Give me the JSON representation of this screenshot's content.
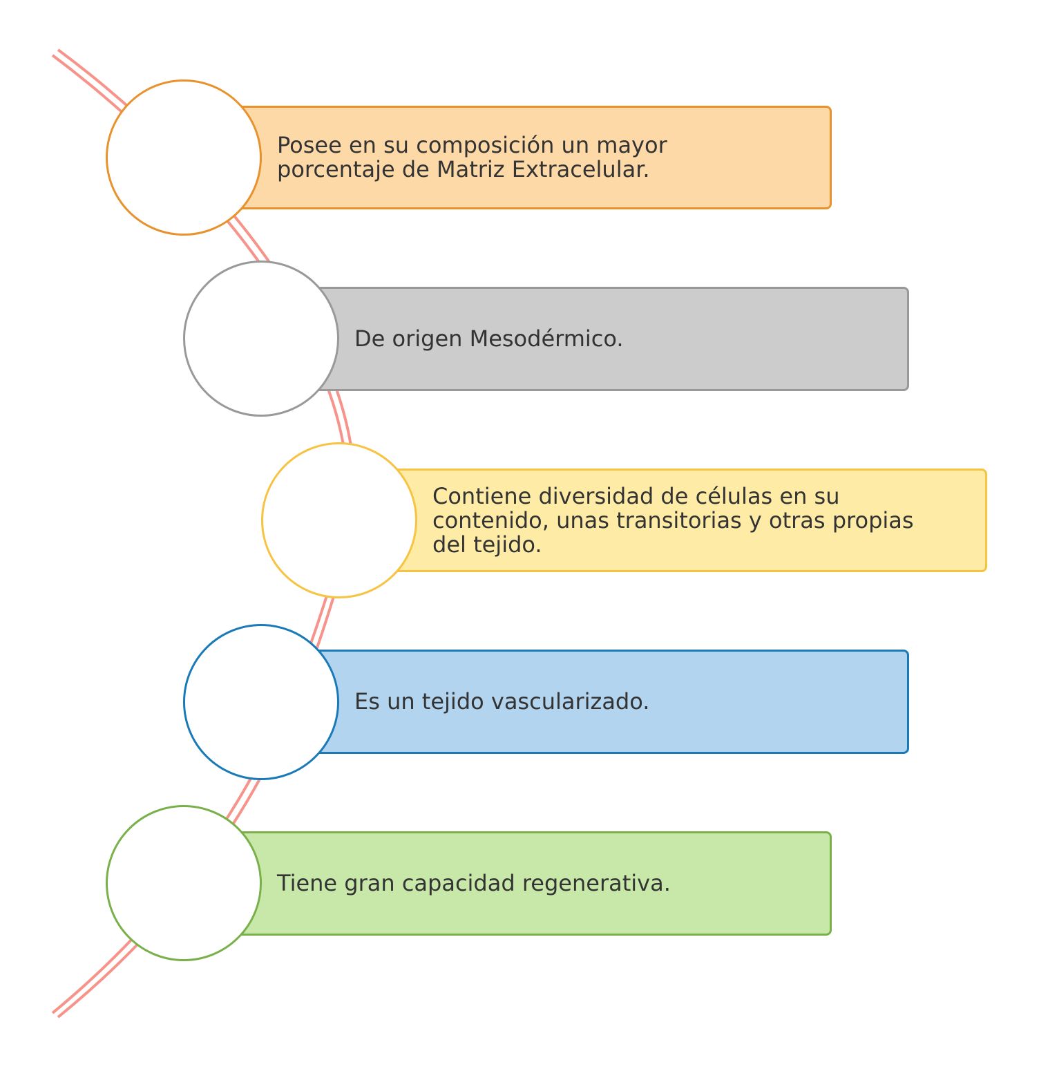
{
  "diagram": {
    "connector_color": "#f6938a",
    "items": [
      {
        "text": "Posee en su composición un mayor\nporcentaje de Matriz Extracelular.",
        "fill": "#fdd9a8",
        "stroke": "#e8922e"
      },
      {
        "text": "De origen Mesodérmico.",
        "fill": "#cccccc",
        "stroke": "#999999"
      },
      {
        "text": "Contiene diversidad de células en su\ncontenido, unas transitorias y otras propias\ndel tejido.",
        "fill": "#feeca6",
        "stroke": "#f6c343"
      },
      {
        "text": "Es un tejido vascularizado.",
        "fill": "#b3d4ef",
        "stroke": "#1a7ab8"
      },
      {
        "text": "Tiene gran capacidad regenerativa.",
        "fill": "#c8e8a9",
        "stroke": "#7ab04a"
      }
    ]
  }
}
